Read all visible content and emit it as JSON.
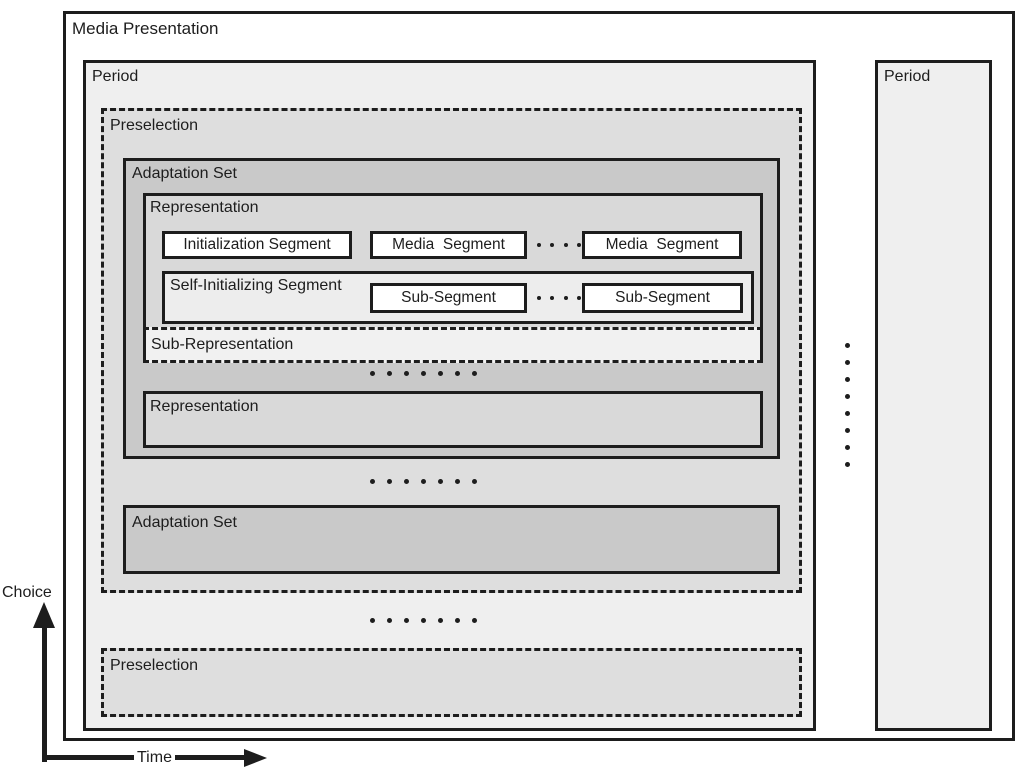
{
  "labels": {
    "media_presentation": "Media Presentation",
    "period_left": "Period",
    "period_right": "Period",
    "preselection_top": "Preselection",
    "preselection_bottom": "Preselection",
    "adaptation_set_top": "Adaptation Set",
    "adaptation_set_bottom": "Adaptation Set",
    "representation_top": "Representation",
    "representation_bottom": "Representation",
    "sub_representation": "Sub-Representation",
    "initialization_segment": "Initialization Segment",
    "media_segment_first": "Media  Segment",
    "media_segment_last": "Media  Segment",
    "self_initializing_segment": "Self-Initializing Segment",
    "sub_segment_first": "Sub-Segment",
    "sub_segment_last": "Sub-Segment",
    "choice_axis": "Choice",
    "time_axis": "Time"
  },
  "ellipsis": {
    "media_segment_gap_dots": 4,
    "sub_segment_gap_dots": 4,
    "representation_gap_dots": 7,
    "adaptation_set_gap_dots": 7,
    "preselection_gap_dots": 7,
    "period_gap_dots": 8
  },
  "colors": {
    "line": "#1d1d1d",
    "text": "#1d1d1d",
    "media_presentation_fill": "#ffffff",
    "period_fill": "#efefef",
    "preselection_fill": "#dedede",
    "adaptation_set_fill": "#c9c9c9",
    "representation_fill": "#d9d9d9",
    "self_initializing_segment_fill": "#ededed",
    "sub_representation_fill": "#f1f1f1",
    "segment_fill": "#ffffff"
  }
}
